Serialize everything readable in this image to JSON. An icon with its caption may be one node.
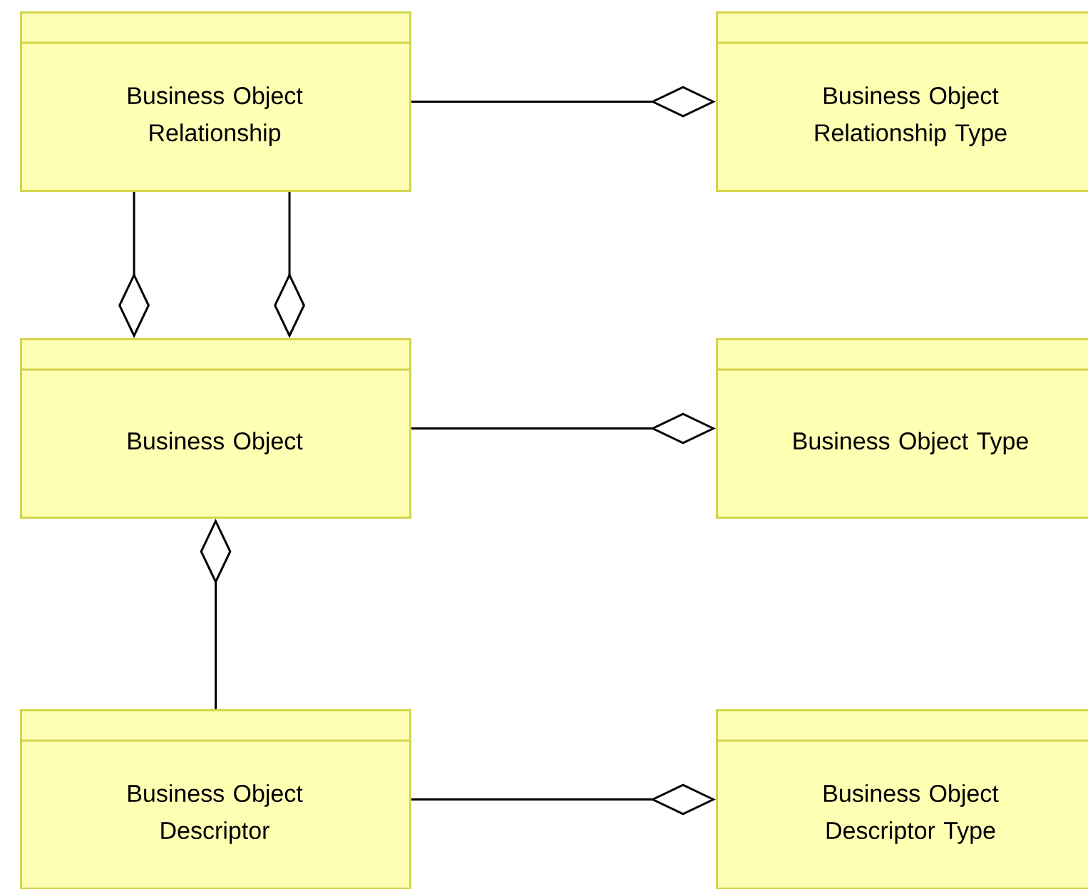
{
  "diagram": {
    "nodes": [
      {
        "text": [
          "Business Object Relationship"
        ]
      },
      {
        "text": [
          "Business Object Relationship Type"
        ]
      },
      {
        "text": [
          "Business Object"
        ]
      },
      {
        "text": [
          "Business Object Type"
        ]
      },
      {
        "text": [
          "Business Object Descriptor"
        ]
      },
      {
        "text": [
          "Business Object Descriptor Type"
        ]
      }
    ],
    "edges": [
      {
        "from": 0,
        "to": 1,
        "arrow": "other"
      },
      {
        "from": 0,
        "to": 2,
        "arrow": "other"
      },
      {
        "from": 0,
        "to": 2,
        "arrow": "other"
      },
      {
        "from": 2,
        "to": 3,
        "arrow": "other"
      },
      {
        "from": 4,
        "to": 2,
        "arrow": "other"
      },
      {
        "from": 4,
        "to": 5,
        "arrow": "other"
      }
    ]
  }
}
